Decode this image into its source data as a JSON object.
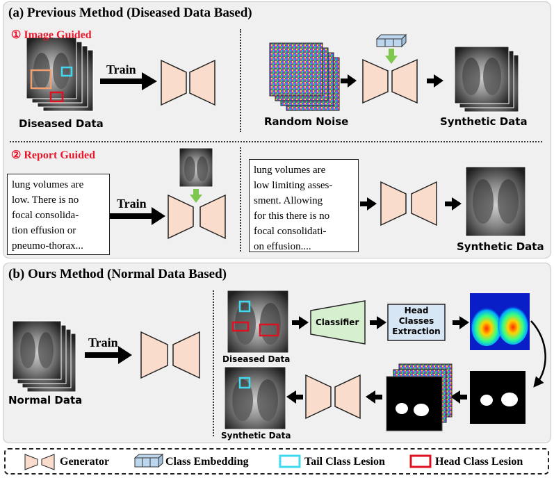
{
  "section_a": {
    "title": "(a) Previous Method (Diseased Data Based)",
    "image_guided_label": "① Image Guided",
    "report_guided_label": "② Report Guided",
    "diseased_data_label": "Diseased Data",
    "random_noise_label": "Random Noise",
    "synthetic_data_label_1": "Synthetic Data",
    "synthetic_data_label_2": "Synthetic Data",
    "train_label_1": "Train",
    "train_label_2": "Train",
    "report_text_1": "lung volumes are\nlow. There is no\nfocal consolida-\ntion effusion or\npneumo-thorax...",
    "report_text_2": "lung volumes are\nlow limiting asses-\nsment. Allowing\nfor this there is no\nfocal consolidati-\non effusion...."
  },
  "section_b": {
    "title": "(b) Ours Method (Normal Data Based)",
    "normal_data_label": "Normal  Data",
    "train_label": "Train",
    "diseased_data_label": "Diseased Data",
    "synthetic_data_label": "Synthetic Data",
    "classifier_label": "Classifier",
    "head_classes_label": "Head\nClasses\nExtraction"
  },
  "legend": {
    "generator": "Generator",
    "class_embedding": "Class Embedding",
    "tail_lesion": "Tail Class Lesion",
    "head_lesion": "Head Class Lesion"
  },
  "colors": {
    "generator_fill": "#f9dccb",
    "tail_lesion": "#3fd9f0",
    "head_lesion": "#e01020",
    "classifier_fill": "#d6efcf",
    "extraction_fill": "#d7e6f5",
    "embedding_fill": "#bcd6ee",
    "embedding_arrow": "#7ec850",
    "highlight_box": "#f0a070"
  }
}
